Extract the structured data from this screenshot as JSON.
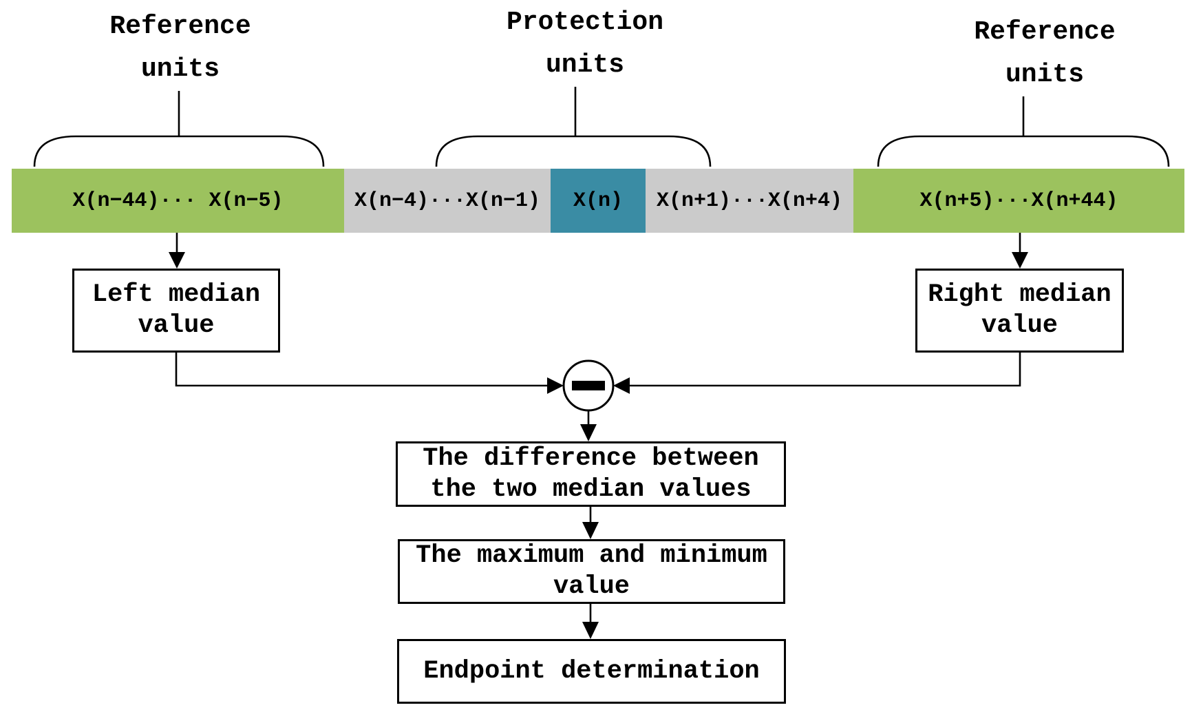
{
  "group_labels": {
    "left": {
      "line1": "Reference",
      "line2": "units"
    },
    "center": {
      "line1": "Protection",
      "line2": "units"
    },
    "right": {
      "line1": "Reference",
      "line2": "units"
    }
  },
  "bar": {
    "segments": [
      {
        "name": "left-reference-units",
        "text": "X(n−44)··· X(n−5)",
        "color": "#9cc25e"
      },
      {
        "name": "left-protection-units",
        "text": "X(n−4)···X(n−1)",
        "color": "#cbcbcb"
      },
      {
        "name": "current-unit",
        "text": "X(n)",
        "color": "#3a8ca4"
      },
      {
        "name": "right-protection-units",
        "text": "X(n+1)···X(n+4)",
        "color": "#cbcbcb"
      },
      {
        "name": "right-reference-units",
        "text": "X(n+5)···X(n+44)",
        "color": "#9cc25e"
      }
    ]
  },
  "boxes": {
    "left_median": {
      "line1": "Left median",
      "line2": "value"
    },
    "right_median": {
      "line1": "Right median",
      "line2": "value"
    },
    "difference": {
      "line1": "The difference between",
      "line2": "the two median values"
    },
    "max_min": {
      "line1": "The maximum and minimum",
      "line2": "value"
    },
    "endpoint": {
      "text": "Endpoint determination"
    }
  },
  "operator": {
    "type": "subtract",
    "symbol": "−"
  },
  "colors": {
    "reference_green": "#9cc25e",
    "protection_gray": "#cbcbcb",
    "current_teal": "#3a8ca4",
    "stroke": "#000000",
    "background": "#ffffff"
  }
}
